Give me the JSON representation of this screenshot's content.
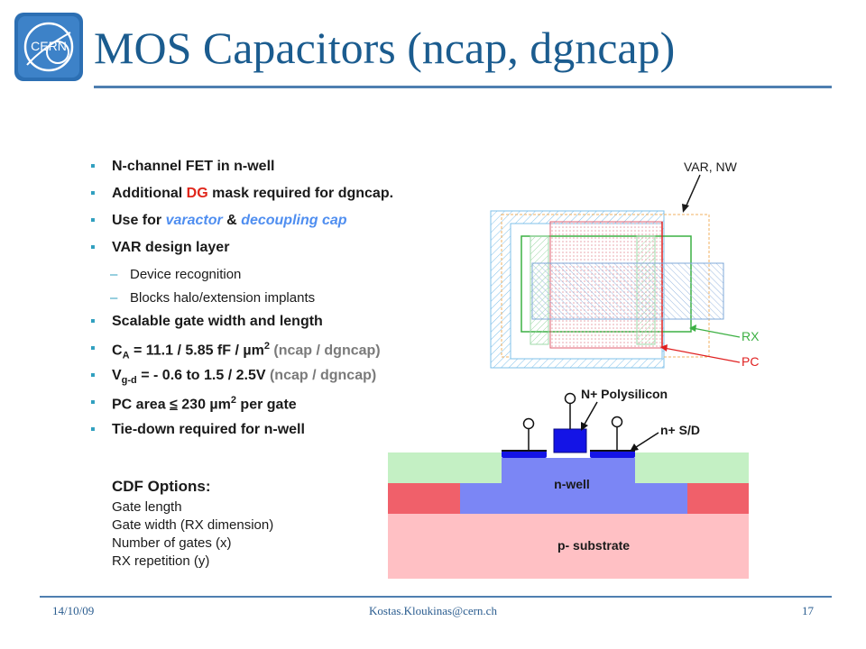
{
  "slide": {
    "title": "MOS Capacitors (ncap, dgncap)",
    "logo_text": "CERN"
  },
  "bullets": {
    "b1": "N-channel FET in n-well",
    "b2_pre": "Additional ",
    "b2_dg": "DG",
    "b2_post": " mask required for dgncap.",
    "b3_pre": "Use for ",
    "b3_varactor": "varactor",
    "b3_amp": " & ",
    "b3_decap": "decoupling cap",
    "b4": "VAR design layer",
    "b4_sub1": "Device recognition",
    "b4_sub2": "Blocks halo/extension implants",
    "b5": "Scalable gate width and length",
    "b6_c": "C",
    "b6_sub": "A",
    "b6_mid": " = 11.1 / 5.85 fF / µm",
    "b6_sup": "2",
    "b6_note": " (ncap / dgncap)",
    "b7_v": "V",
    "b7_sub": "g-d",
    "b7_mid": " = - 0.6 to 1.5 / 2.5V",
    "b7_note": " (ncap / dgncap)",
    "b8_pre": "PC area ",
    "b8_le": "≤",
    "b8_mid": " 230 µm",
    "b8_sup": "2",
    "b8_post": " per gate",
    "b9": "Tie-down required for n-well"
  },
  "cdf": {
    "title": "CDF Options:",
    "items": [
      "Gate length",
      "Gate width (RX dimension)",
      "Number of gates (x)",
      "RX repetition (y)"
    ]
  },
  "layout_labels": {
    "var_nw": "VAR, NW",
    "rx": "RX",
    "pc": "PC"
  },
  "cross_section": {
    "n_poly": "N+ Polysilicon",
    "n_sd": "n+ S/D",
    "n_well": "n-well",
    "p_sub": "p- substrate"
  },
  "footer": {
    "date": "14/10/09",
    "email": "Kostas.Kloukinas@cern.ch",
    "page": "17"
  },
  "colors": {
    "title": "#1b5c8f",
    "bullet_marker": "#2f9fbf",
    "dg_red": "#e0261b",
    "italic_blue": "#4f8ef0",
    "rx_green": "#3cb043",
    "pc_red": "#e02020",
    "nwell": "#7b86f5",
    "psub": "#ffc0c4",
    "sti_green": "#c4f0c4",
    "red_region": "#f0606a",
    "poly": "#1414e6"
  }
}
